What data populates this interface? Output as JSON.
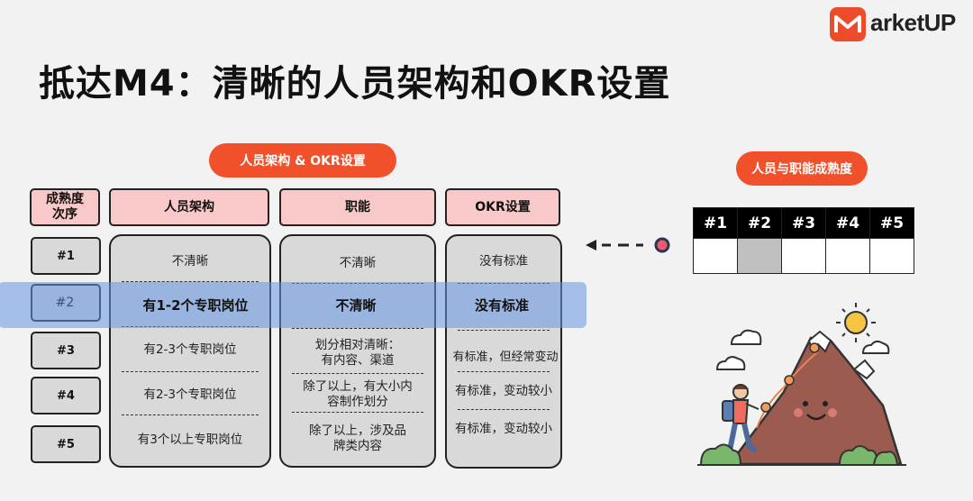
{
  "logo": {
    "text": "arketUP"
  },
  "title": "抵达M4：清晰的人员架构和OKR设置",
  "left_pill": "人员架构 & OKR设置",
  "right_pill": "人员与职能成熟度",
  "headers": {
    "stage": "成熟度\n次序",
    "people": "人员架构",
    "function": "职能",
    "okr": "OKR设置"
  },
  "stages": [
    "#1",
    "#2",
    "#3",
    "#4",
    "#5"
  ],
  "people": [
    "不清晰",
    "有1-2个专职岗位",
    "有2-3个专职岗位",
    "有2-3个专职岗位",
    "有3个以上专职岗位"
  ],
  "function": [
    "不清晰",
    "不清晰",
    "划分相对清晰：\n有内容、渠道",
    "除了以上，有大小内\n容制作划分",
    "除了以上，涉及品\n牌类内容"
  ],
  "okr": [
    "没有标准",
    "没有标准",
    "有标准，但经常变动",
    "有标准，变动较小",
    "有标准，变动较小"
  ],
  "highlight_index": 1,
  "matrix": {
    "headers": [
      "#1",
      "#2",
      "#3",
      "#4",
      "#5"
    ],
    "selected_index": 1
  },
  "colors": {
    "accent": "#f0512a",
    "header_fill": "#f9c8c8",
    "highlight": "#6496e1"
  },
  "icons": [
    "marketup-logo-icon",
    "arrow-left-icon",
    "mountain-climber-illustration"
  ]
}
